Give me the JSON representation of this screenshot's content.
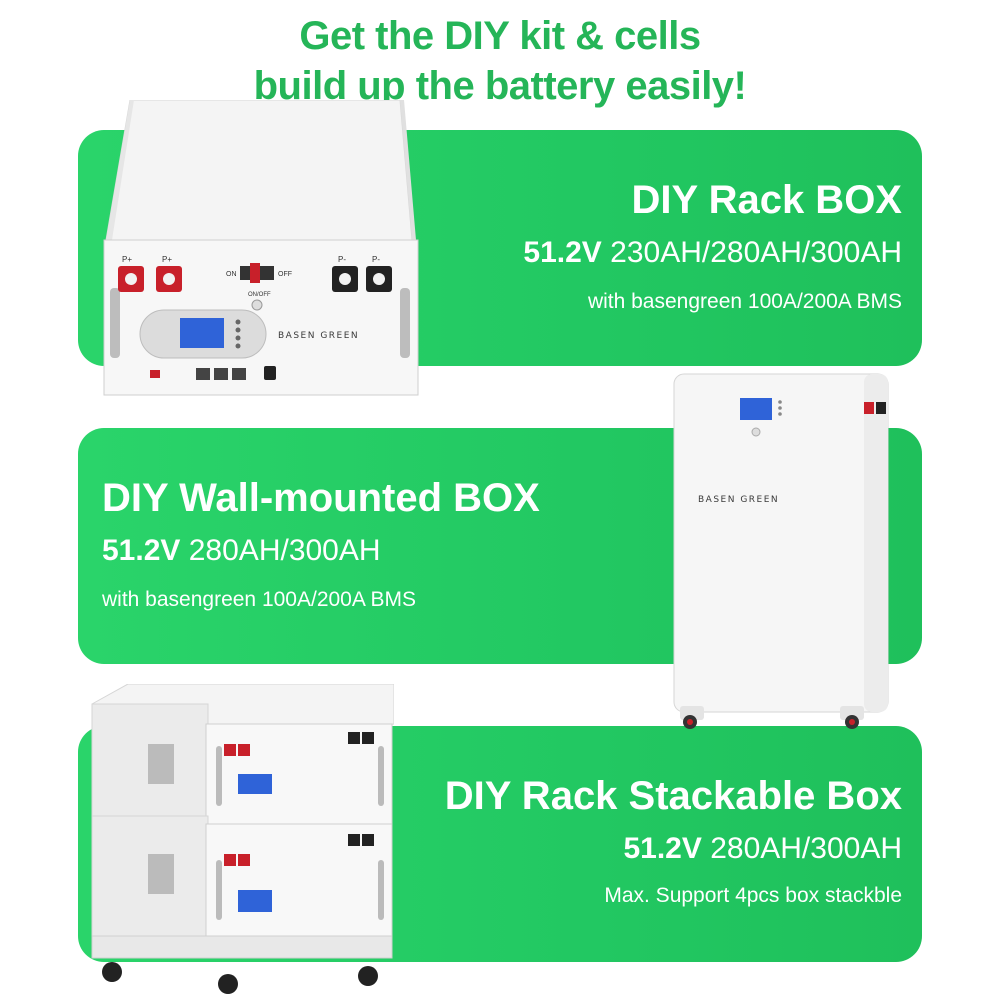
{
  "headline": {
    "line1": "Get the DIY kit & cells",
    "line2": "build up the battery easily!"
  },
  "colors": {
    "brand_green": "#25b558",
    "panel_green": "#22c862",
    "text_on_panel": "#ffffff"
  },
  "products": [
    {
      "title": "DIY Rack BOX",
      "voltage": "51.2V",
      "capacity": "230AH/280AH/300AH",
      "note": "with basengreen 100A/200A BMS"
    },
    {
      "title": "DIY Wall-mounted BOX",
      "voltage": "51.2V",
      "capacity": "280AH/300AH",
      "note": "with basengreen 100A/200A BMS"
    },
    {
      "title": "DIY Rack Stackable Box",
      "voltage": "51.2V",
      "capacity": "280AH/300AH",
      "note": "Max. Support 4pcs box stackble"
    }
  ],
  "device_labels": {
    "brand_logo": "BASEN GREEN",
    "pos_terminal": "P+",
    "neg_terminal": "P-",
    "switch_on": "ON",
    "switch_off": "OFF",
    "switch_label": "ON/OFF"
  }
}
